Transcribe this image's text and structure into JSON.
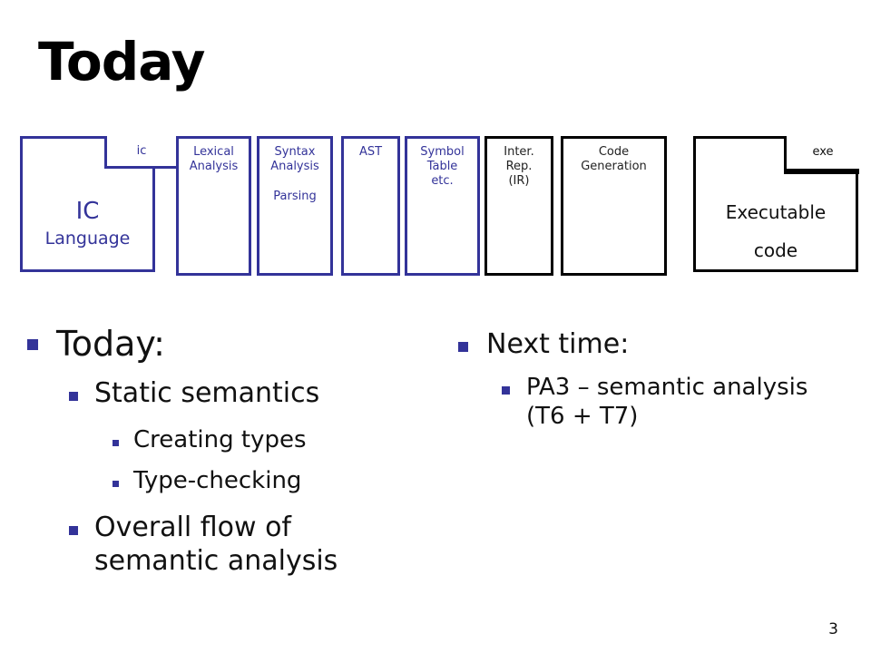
{
  "title": "Today",
  "pipeline": {
    "source": {
      "tag": "ic",
      "title": "IC",
      "subtitle": "Language"
    },
    "stages": [
      {
        "label": "Lexical\nAnalysis",
        "sub": ""
      },
      {
        "label": "Syntax\nAnalysis",
        "sub": "Parsing"
      },
      {
        "label": "AST",
        "sub": ""
      },
      {
        "label": "Symbol\nTable\netc.",
        "sub": ""
      },
      {
        "label": "Inter.\nRep.\n(IR)",
        "sub": ""
      },
      {
        "label": "Code\nGeneration",
        "sub": ""
      }
    ],
    "target": {
      "tag": "exe",
      "title": "Executable\ncode"
    }
  },
  "left": {
    "heading": "Today:",
    "items": [
      {
        "text": "Static semantics",
        "subitems": [
          "Creating types",
          "Type-checking"
        ]
      },
      {
        "text": "Overall flow of\nsemantic analysis",
        "subitems": []
      }
    ]
  },
  "right": {
    "heading": "Next time:",
    "items": [
      "PA3 – semantic analysis\n(T6 + T7)"
    ]
  },
  "page_number": "3",
  "colors": {
    "accent": "#333399",
    "text": "#111111",
    "background": "#ffffff"
  }
}
